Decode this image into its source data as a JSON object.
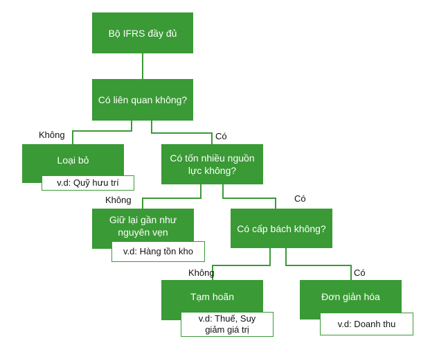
{
  "colors": {
    "box": "#3a9a35",
    "connector": "#3a9a35",
    "note_border": "#3a9a35"
  },
  "nodes": {
    "root": "Bộ IFRS đầy đủ",
    "relevant": "Có liên quan không?",
    "eliminate": "Loại bỏ",
    "costly": "Có tốn nhiều nguồn lực không?",
    "retain": "Giữ lại gần như nguyên vẹn",
    "urgent": "Có cấp bách không?",
    "defer": "Tạm hoãn",
    "simplify": "Đơn giản hóa"
  },
  "examples": {
    "eliminate": "v.d: Quỹ hưu trí",
    "retain": "v.d: Hàng tồn kho",
    "defer": "v.d: Thuế, Suy giảm giá trị",
    "simplify": "v.d: Doanh thu"
  },
  "edge_labels": {
    "relevant_no": "Không",
    "relevant_yes": "Có",
    "costly_no": "Không",
    "costly_yes": "Có",
    "urgent_no": "Không",
    "urgent_yes": "Có"
  }
}
